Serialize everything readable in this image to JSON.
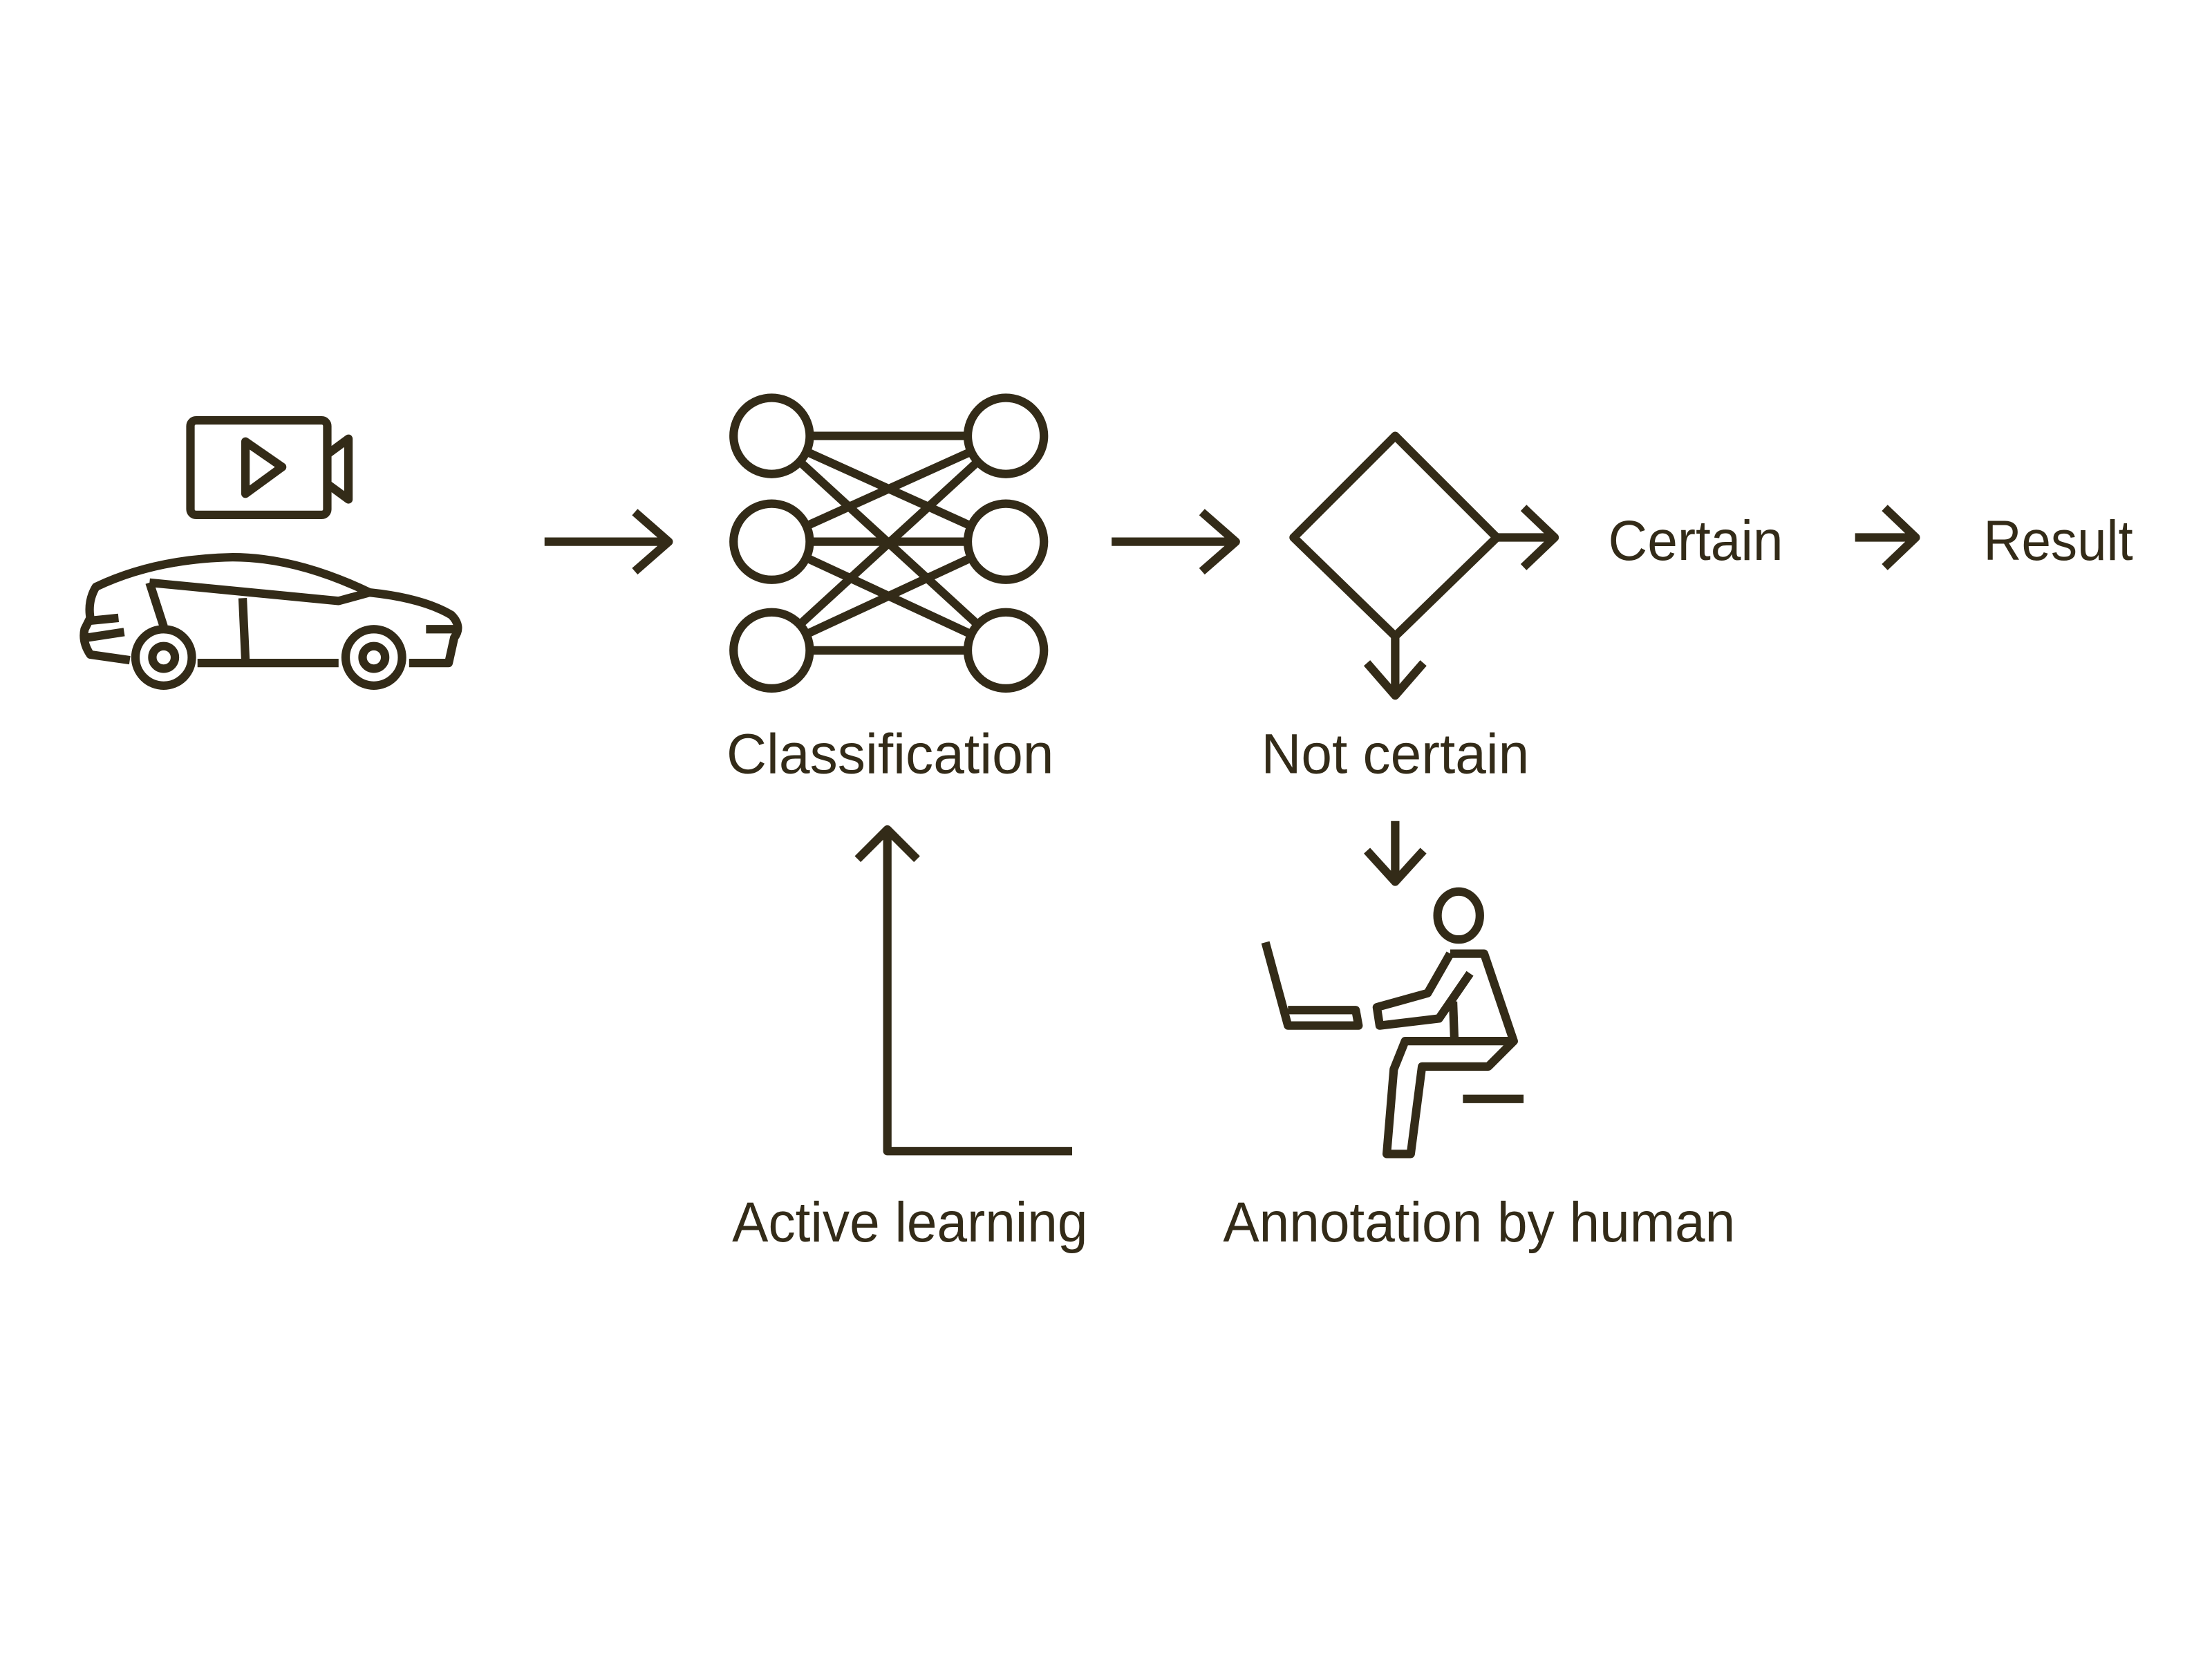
{
  "colors": {
    "ink": "#332b18",
    "background": "#ffffff"
  },
  "labels": {
    "classification": "Classification",
    "certain": "Certain",
    "result": "Result",
    "not_certain": "Not certain",
    "active_learning": "Active learning",
    "annotation": "Annotation by human"
  },
  "icons": [
    "video-camera-icon",
    "car-icon",
    "neural-network-icon",
    "decision-diamond-icon",
    "human-at-laptop-icon"
  ]
}
